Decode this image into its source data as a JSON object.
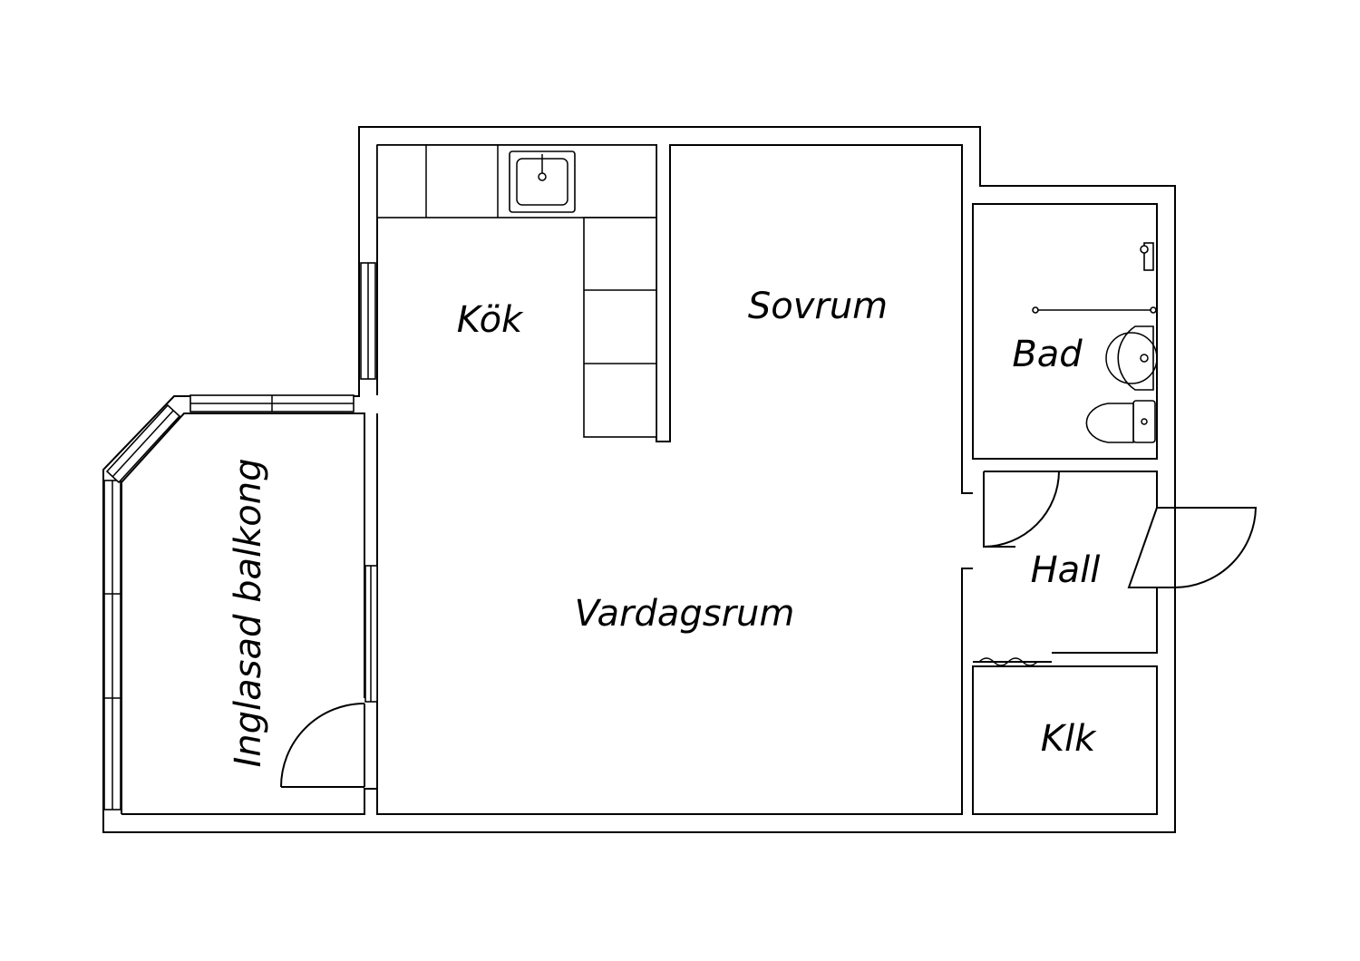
{
  "rooms": {
    "kok": "Kök",
    "sovrum": "Sovrum",
    "bad": "Bad",
    "hall": "Hall",
    "vardagsrum": "Vardagsrum",
    "balkong": "Inglasad balkong",
    "klk": "Klk"
  },
  "colors": {
    "line": "#000000",
    "background": "#ffffff"
  }
}
